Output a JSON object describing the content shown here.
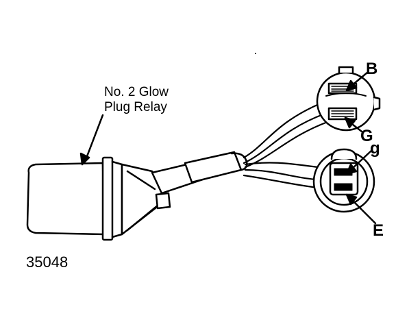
{
  "diagram": {
    "title_line1": "No. 2 Glow",
    "title_line2": "Plug Relay",
    "figure_number": "35048",
    "terminal_labels": {
      "upper_connector_top": "B",
      "upper_connector_bottom": "G",
      "lower_connector_top": "g",
      "lower_connector_bottom": "E"
    }
  }
}
